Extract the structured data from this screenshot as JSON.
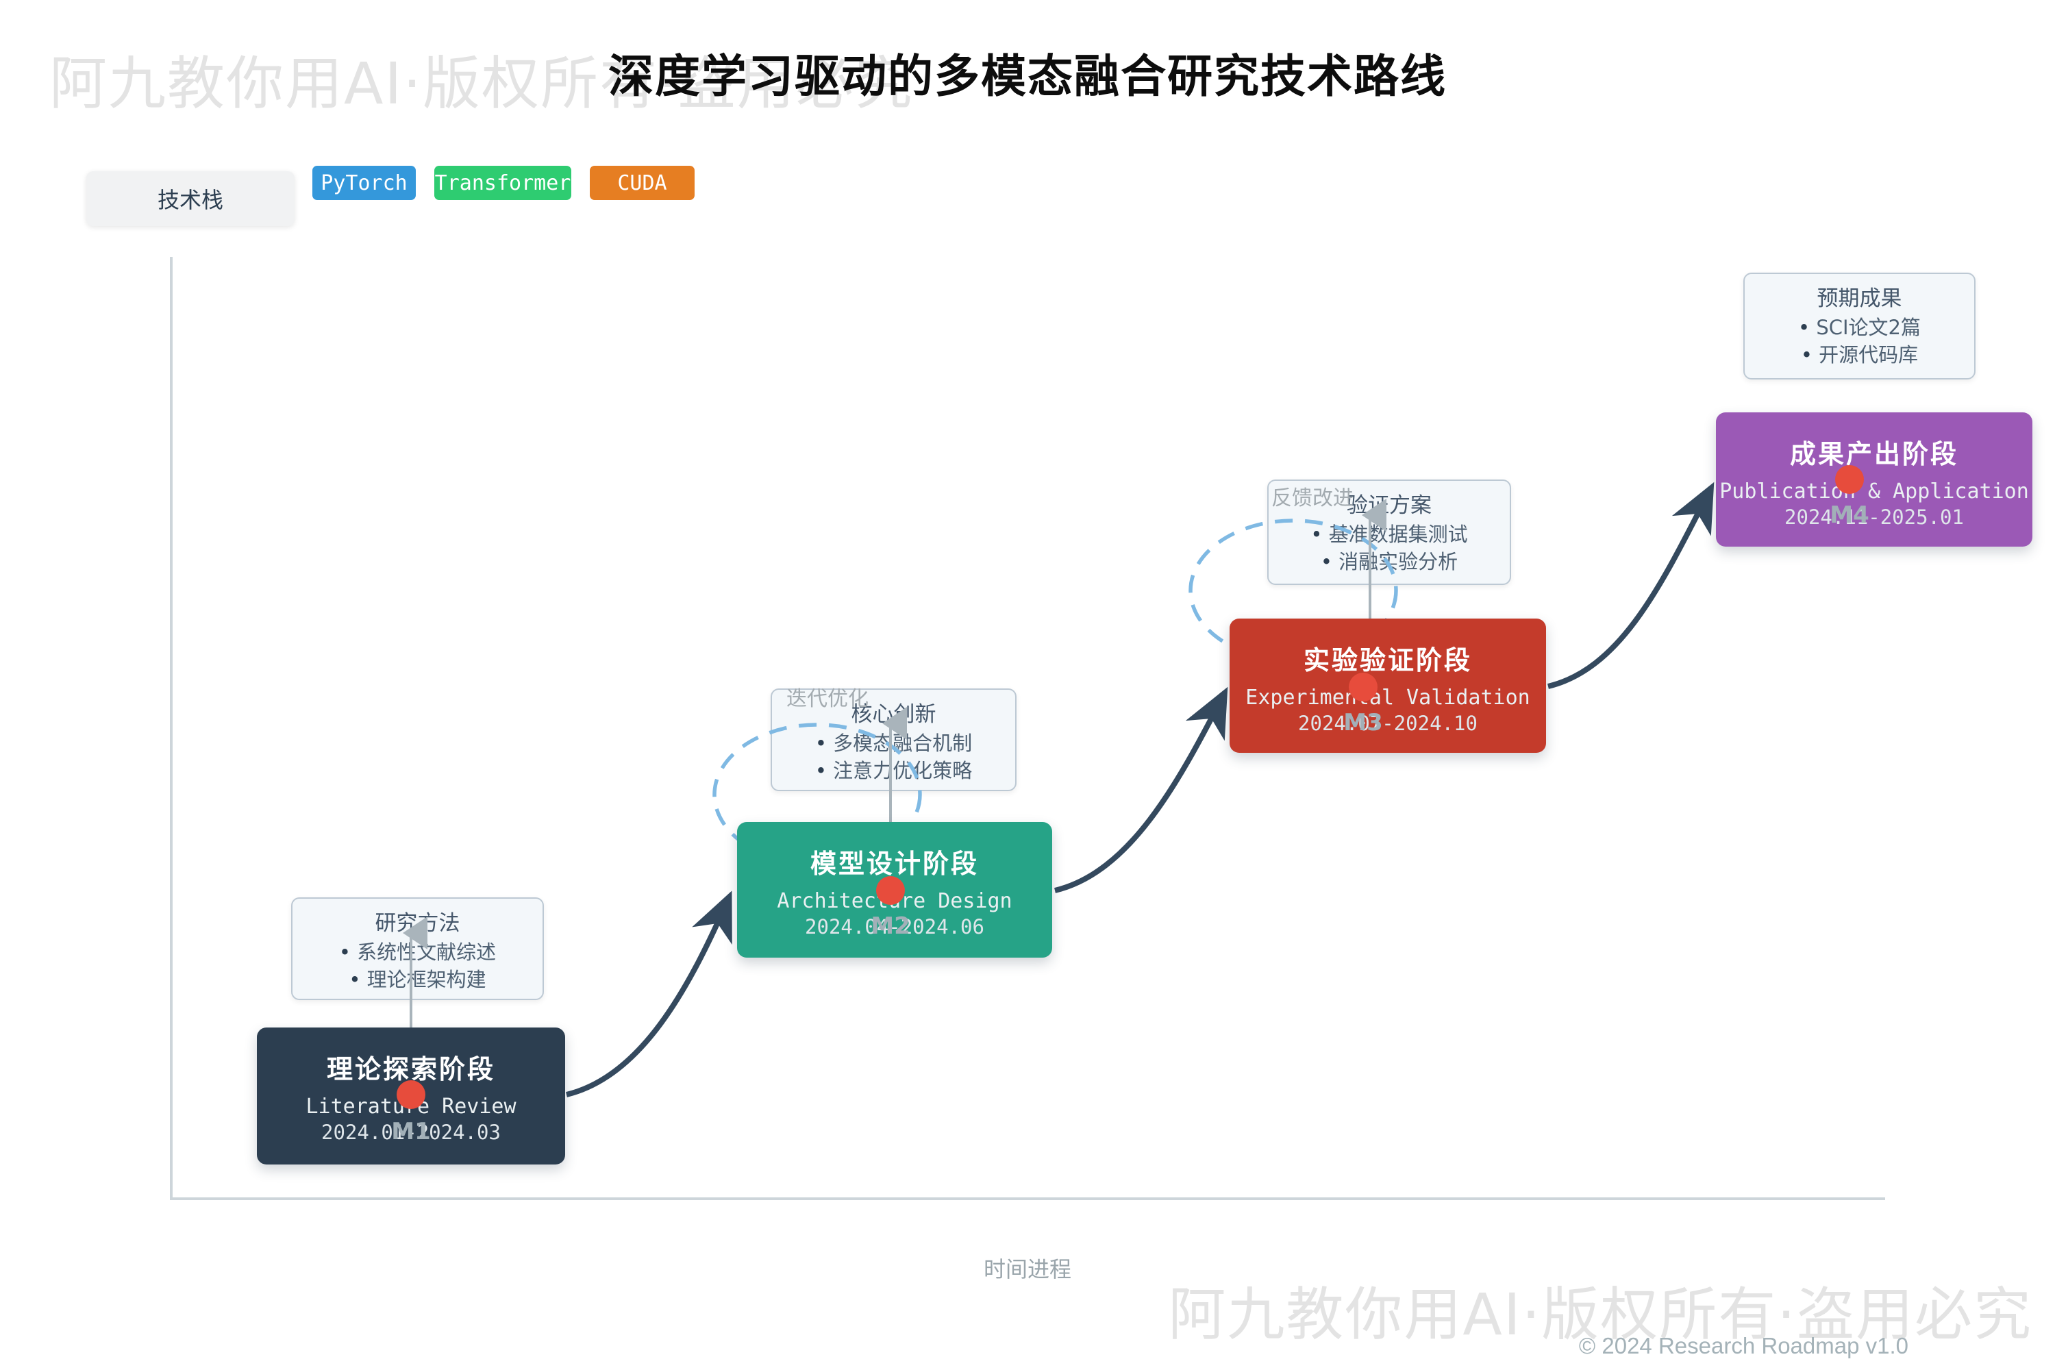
{
  "page": {
    "title": "深度学习驱动的多模态融合研究技术路线",
    "watermark": "阿九教你用AI·版权所有·盗用必究",
    "copyright": "© 2024 Research Roadmap v1.0"
  },
  "tech_stack": {
    "label": "技术栈",
    "badges": [
      {
        "label": "PyTorch",
        "color": "#3498db"
      },
      {
        "label": "Transformer",
        "color": "#2ecc71"
      },
      {
        "label": "CUDA",
        "color": "#e67e22"
      }
    ]
  },
  "axis": {
    "x_label": "时间进程"
  },
  "stages": [
    {
      "title": "理论探索阶段",
      "subtitle": "Literature Review",
      "dates": "2024.01-2024.03",
      "milestone": "M1",
      "color": "#2c3e50",
      "annotation": {
        "title": "研究方法",
        "bullets": [
          "系统性文献综述",
          "理论框架构建"
        ]
      }
    },
    {
      "title": "模型设计阶段",
      "subtitle": "Architecture Design",
      "dates": "2024.04-2024.06",
      "milestone": "M2",
      "color": "#26a387",
      "loop_label": "迭代优化",
      "annotation": {
        "title": "核心创新",
        "bullets": [
          "多模态融合机制",
          "注意力优化策略"
        ]
      }
    },
    {
      "title": "实验验证阶段",
      "subtitle": "Experimental Validation",
      "dates": "2024.07-2024.10",
      "milestone": "M3",
      "color": "#c43b2b",
      "loop_label": "反馈改进",
      "annotation": {
        "title": "验证方案",
        "bullets": [
          "基准数据集测试",
          "消融实验分析"
        ]
      }
    },
    {
      "title": "成果产出阶段",
      "subtitle": "Publication & Application",
      "dates": "2024.11-2025.01",
      "milestone": "M4",
      "color": "#9b59b6",
      "annotation": {
        "title": "预期成果",
        "bullets": [
          "SCI论文2篇",
          "开源代码库"
        ]
      }
    }
  ],
  "colors": {
    "marker": "#e74c3c",
    "arrow": "#34495e",
    "loop": "#7fb9e3",
    "connector": "#a9b4bb",
    "axis": "#cdd5da"
  }
}
